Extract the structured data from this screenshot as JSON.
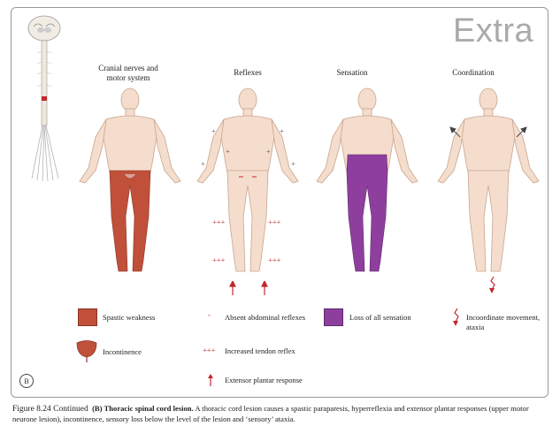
{
  "badge": "Extra",
  "panel_label": "B",
  "columns": {
    "c1": "Cranial nerves and motor system",
    "c2": "Reflexes",
    "c3": "Sensation",
    "c4": "Coordination"
  },
  "reflex_marks": {
    "plus": "+",
    "triple_plus": "+++"
  },
  "legend": {
    "spastic": "Spastic weakness",
    "abdominal": "Absent abdominal reflexes",
    "sensation": "Loss of all sensation",
    "incoordinate": "Incoordinate movement, ataxia",
    "incontinence": "Incontinence",
    "tendon": "Increased tendon reflex",
    "plantar": "Extensor plantar response"
  },
  "caption": {
    "figure": "Figure 8.24 Continued",
    "bold": "(B) Thoracic spinal cord lesion.",
    "text": "A thoracic cord lesion causes a spastic paraparesis, hyperreflexia and extensor plantar responses (upper motor neurone lesion), incontinence, sensory loss below the level of the lesion and ‘sensory’ ataxia."
  },
  "colors": {
    "skin": "#f4ddcc",
    "skin_stroke": "#c9a58e",
    "motor": "#c0503a",
    "sensory": "#8e3f9e",
    "reflex": "#c0282d",
    "badge": "#aaaaaa"
  }
}
